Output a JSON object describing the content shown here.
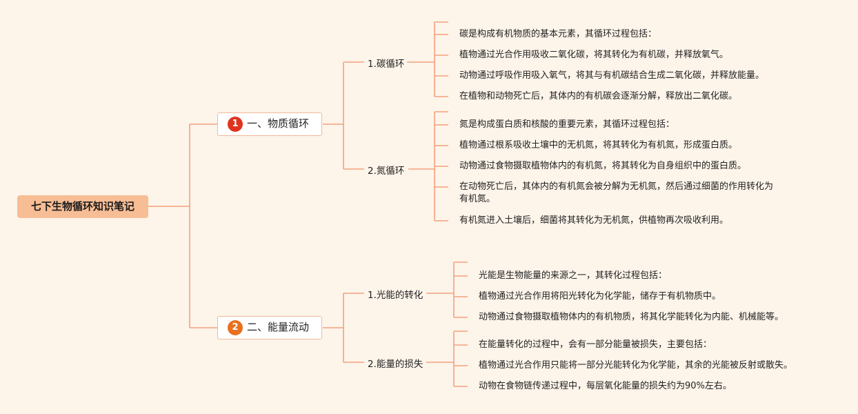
{
  "root": {
    "title": "七下生物循环知识笔记"
  },
  "branches": [
    {
      "number": "1",
      "badge_color": "#e0331f",
      "title": "一、物质循环",
      "children": [
        {
          "title": "1.碳循环",
          "items": [
            "碳是构成有机物质的基本元素，其循环过程包括：",
            "植物通过光合作用吸收二氧化碳，将其转化为有机碳，并释放氧气。",
            "动物通过呼吸作用吸入氧气，将其与有机碳结合生成二氧化碳，并释放能量。",
            "在植物和动物死亡后，其体内的有机碳会逐渐分解，释放出二氧化碳。"
          ]
        },
        {
          "title": "2.氮循环",
          "items": [
            "氮是构成蛋白质和核酸的重要元素，其循环过程包括：",
            "植物通过根系吸收土壤中的无机氮，将其转化为有机氮，形成蛋白质。",
            "动物通过食物摄取植物体内的有机氮，将其转化为自身组织中的蛋白质。",
            "在动物死亡后，其体内的有机氮会被分解为无机氮，然后通过细菌的作用转化为",
            "有机氮。",
            "有机氮进入土壤后，细菌将其转化为无机氮，供植物再次吸收利用。"
          ]
        }
      ]
    },
    {
      "number": "2",
      "badge_color": "#e8701e",
      "title": "二、能量流动",
      "children": [
        {
          "title": "1.光能的转化",
          "items": [
            "光能是生物能量的来源之一，其转化过程包括：",
            "植物通过光合作用将阳光转化为化学能，储存于有机物质中。",
            "动物通过食物摄取植物体内的有机物质，将其化学能转化为内能、机械能等。"
          ]
        },
        {
          "title": "2.能量的损失",
          "items": [
            "在能量转化的过程中，会有一部分能量被损失，主要包括：",
            "植物通过光合作用只能将一部分光能转化为化学能，其余的光能被反射或散失。",
            "动物在食物链传递过程中，每层氧化能量的损失约为90%左右。"
          ]
        }
      ]
    }
  ],
  "colors": {
    "line": "#f3a27d",
    "root_bg": "#f7bd95",
    "background": "#fdf4ea"
  }
}
